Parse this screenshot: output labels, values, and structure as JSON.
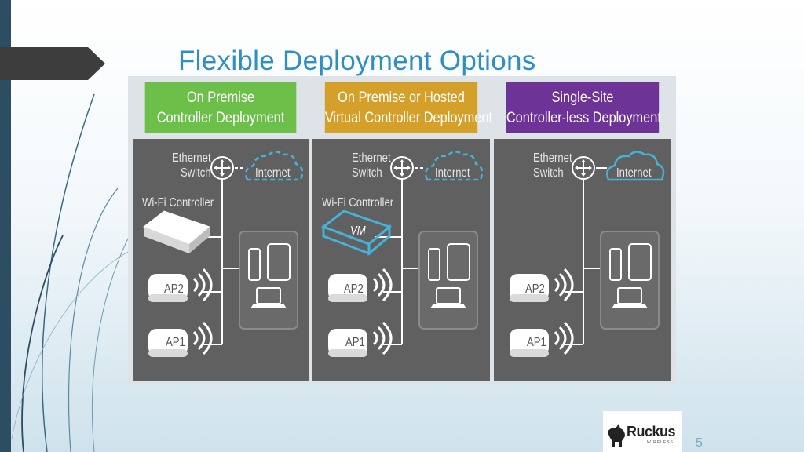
{
  "slide": {
    "title": "Flexible Deployment Options",
    "page_number": "5"
  },
  "logo": {
    "brand": "Ruckus",
    "sub": "WIRELESS"
  },
  "colors": {
    "left_bar": "#2d4d63",
    "title": "#2f8fc4",
    "green": "#6cc04a",
    "gold": "#d4a02a",
    "purple": "#6e3396",
    "panel": "#606060",
    "highlight_blue": "#45b2dc"
  },
  "columns": [
    {
      "header_line1": "On Premise",
      "header_line2": "Controller Deployment",
      "switch_label_1": "Ethernet",
      "switch_label_2": "Switch",
      "cloud_label": "Internet",
      "cloud_style": "dashed",
      "controller_label": "Wi-Fi Controller",
      "controller_text": "",
      "ap2": "AP2",
      "ap1": "AP1"
    },
    {
      "header_line1": "On Premise or Hosted",
      "header_line2": "Virtual Controller Deployment",
      "switch_label_1": "Ethernet",
      "switch_label_2": "Switch",
      "cloud_label": "Internet",
      "cloud_style": "dashed",
      "controller_label": "Wi-Fi Controller",
      "controller_text": "VM",
      "ap2": "AP2",
      "ap1": "AP1"
    },
    {
      "header_line1": "Single-Site",
      "header_line2": "Controller-less Deployment",
      "switch_label_1": "Ethernet",
      "switch_label_2": "Switch",
      "cloud_label": "Internet",
      "cloud_style": "solid",
      "controller_label": "",
      "controller_text": "",
      "ap2": "AP2",
      "ap1": "AP1"
    }
  ]
}
